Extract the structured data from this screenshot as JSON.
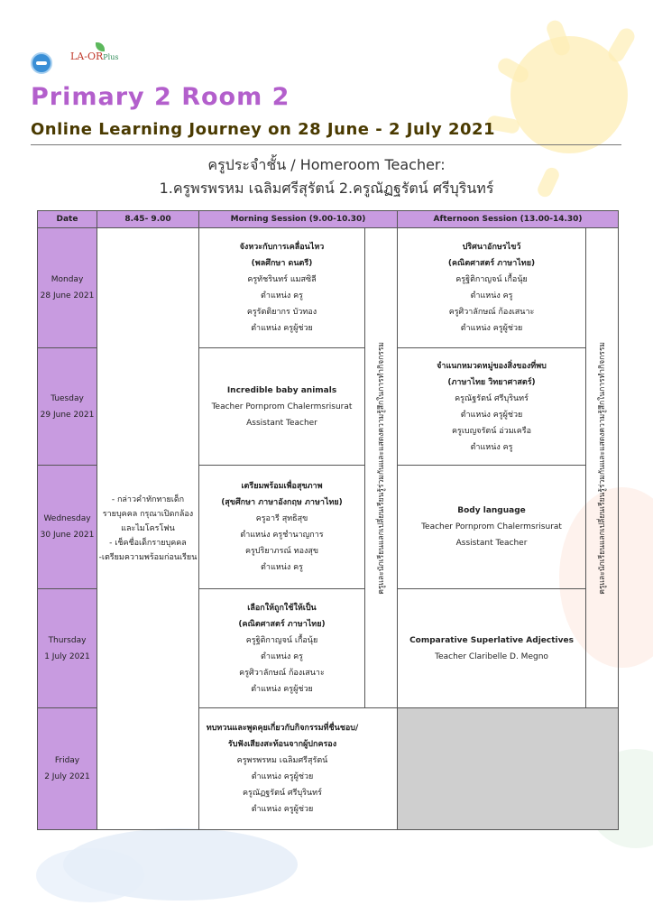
{
  "header": {
    "logo_left_text": "LA-OR",
    "logo_right_suffix": "Plus",
    "title": "Primary 2 Room 2",
    "subtitle": "Online Learning Journey on 28 June - 2 July 2021",
    "homeroom_label": "ครูประจำชั้น / Homeroom Teacher:",
    "homeroom_names": "1.ครูพรพรหม เฉลิมศรีสุรัตน์   2.ครูณัฏฐรัตน์ ศรีบุรินทร์"
  },
  "table": {
    "headers": {
      "date": "Date",
      "early": "8.45- 9.00",
      "morning": "Morning Session (9.00-10.30)",
      "afternoon": "Afternoon Session (13.00-14.30)"
    },
    "early_note": [
      "- กล่าวคำทักทายเด็ก",
      "รายบุคคล กรุณาเปิดกล้อง",
      "และไมโครโฟน",
      "- เช็คชื่อเด็กรายบุคคล",
      "-เตรียมความพร้อมก่อนเรียน"
    ],
    "morning_side_note": "ครูและนักเรียนแลกเปลี่ยนเรียนรู้ร่วมกันและแสดงความรู้สึกในการทำกิจกรรม",
    "afternoon_side_note": "ครูและนักเรียนแลกเปลี่ยนเรียนรู้ร่วมกันและแสดงความรู้สึกในการทำกิจกรรม",
    "days": [
      {
        "day": "Monday",
        "date": "28 June 2021",
        "morning": [
          "จังหวะกับการเคลื่อนไหว",
          "(พลศึกษา ดนตรี)",
          "ครูทัชรินทร์ แมสซิลี",
          "ตำแหน่ง ครู",
          "ครูรัตติยากร บัวทอง",
          "ตำแหน่ง ครูผู้ช่วย"
        ],
        "afternoon": [
          "ปริศนาอักษรไขว้",
          "(คณิตศาสตร์ ภาษาไทย)",
          "ครูฐิติกาญจน์ เกื้อนุ้ย",
          "ตำแหน่ง ครู",
          "ครูศิวาลักษณ์ ก้องเสนาะ",
          "ตำแหน่ง ครูผู้ช่วย"
        ]
      },
      {
        "day": "Tuesday",
        "date": "29 June 2021",
        "morning": [
          "Incredible baby animals",
          "Teacher Pornprom Chalermsrisurat",
          "Assistant Teacher"
        ],
        "afternoon": [
          "จำแนกหมวดหมู่ของสิ่งของที่พบ",
          "(ภาษาไทย วิทยาศาสตร์)",
          "ครูณัฐรัตน์ ศรีบุรินทร์",
          "ตำแหน่ง ครูผู้ช่วย",
          "ครูเบญจรัตน์ อ่วมเครือ",
          "ตำแหน่ง ครู"
        ]
      },
      {
        "day": "Wednesday",
        "date": "30 June 2021",
        "morning": [
          "เตรียมพร้อมเพื่อสุขภาพ",
          "(สุขศึกษา ภาษาอังกฤษ ภาษาไทย)",
          "ครูอารี สุทธิสุข",
          "ตำแหน่ง ครูชำนาญการ",
          "ครูปริยาภรณ์ ทองสุข",
          "ตำแหน่ง ครู"
        ],
        "afternoon": [
          "Body language",
          "Teacher Pornprom Chalermsrisurat",
          "Assistant Teacher"
        ]
      },
      {
        "day": "Thursday",
        "date": "1 July 2021",
        "morning": [
          "เลือกให้ถูกใช้ให้เป็น",
          "(คณิตศาสตร์ ภาษาไทย)",
          "ครูฐิติกาญจน์ เกื้อนุ้ย",
          "ตำแหน่ง ครู",
          "ครูศิวาลักษณ์ ก้องเสนาะ",
          "ตำแหน่ง ครูผู้ช่วย"
        ],
        "afternoon": [
          "Comparative Superlative Adjectives",
          "Teacher Claribelle D. Megno"
        ]
      },
      {
        "day": "Friday",
        "date": "2 July 2021",
        "morning": [
          "ทบทวนและพูดคุยเกี่ยวกับกิจกรรมที่ชื่นชอบ/",
          "รับฟังเสียงสะท้อนจากผู้ปกครอง",
          "ครูพรพรหม เฉลิมศรีสุรัตน์",
          "ตำแหน่ง ครูผู้ช่วย",
          "ครูณัฏฐรัตน์  ศรีบุรินทร์",
          "ตำแหน่ง ครูผู้ช่วย"
        ],
        "afternoon": []
      }
    ]
  },
  "colors": {
    "header_fill": "#c89be0",
    "title": "#b35fcc",
    "subtitle": "#4a3a00",
    "empty_cell": "#cfcfcf"
  }
}
